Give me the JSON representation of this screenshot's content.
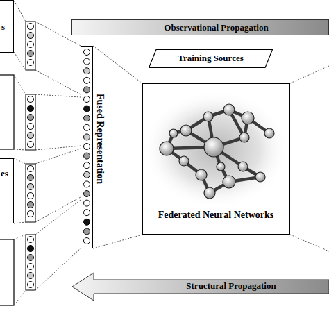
{
  "diagram": {
    "nodes": [
      {
        "text": [
          "Observational Propagation"
        ]
      },
      {
        "text": [
          "s"
        ]
      },
      {
        "text": [
          "es"
        ]
      },
      {
        "text": [
          "Fused Representation"
        ]
      },
      {
        "text": [
          "Training Sources"
        ]
      },
      {
        "text": [
          "Federated Neural Networks"
        ]
      },
      {
        "text": [
          "Structural Propagation"
        ]
      }
    ],
    "edges": [
      {
        "from": 3,
        "to": 5,
        "arrow": "none"
      }
    ]
  }
}
